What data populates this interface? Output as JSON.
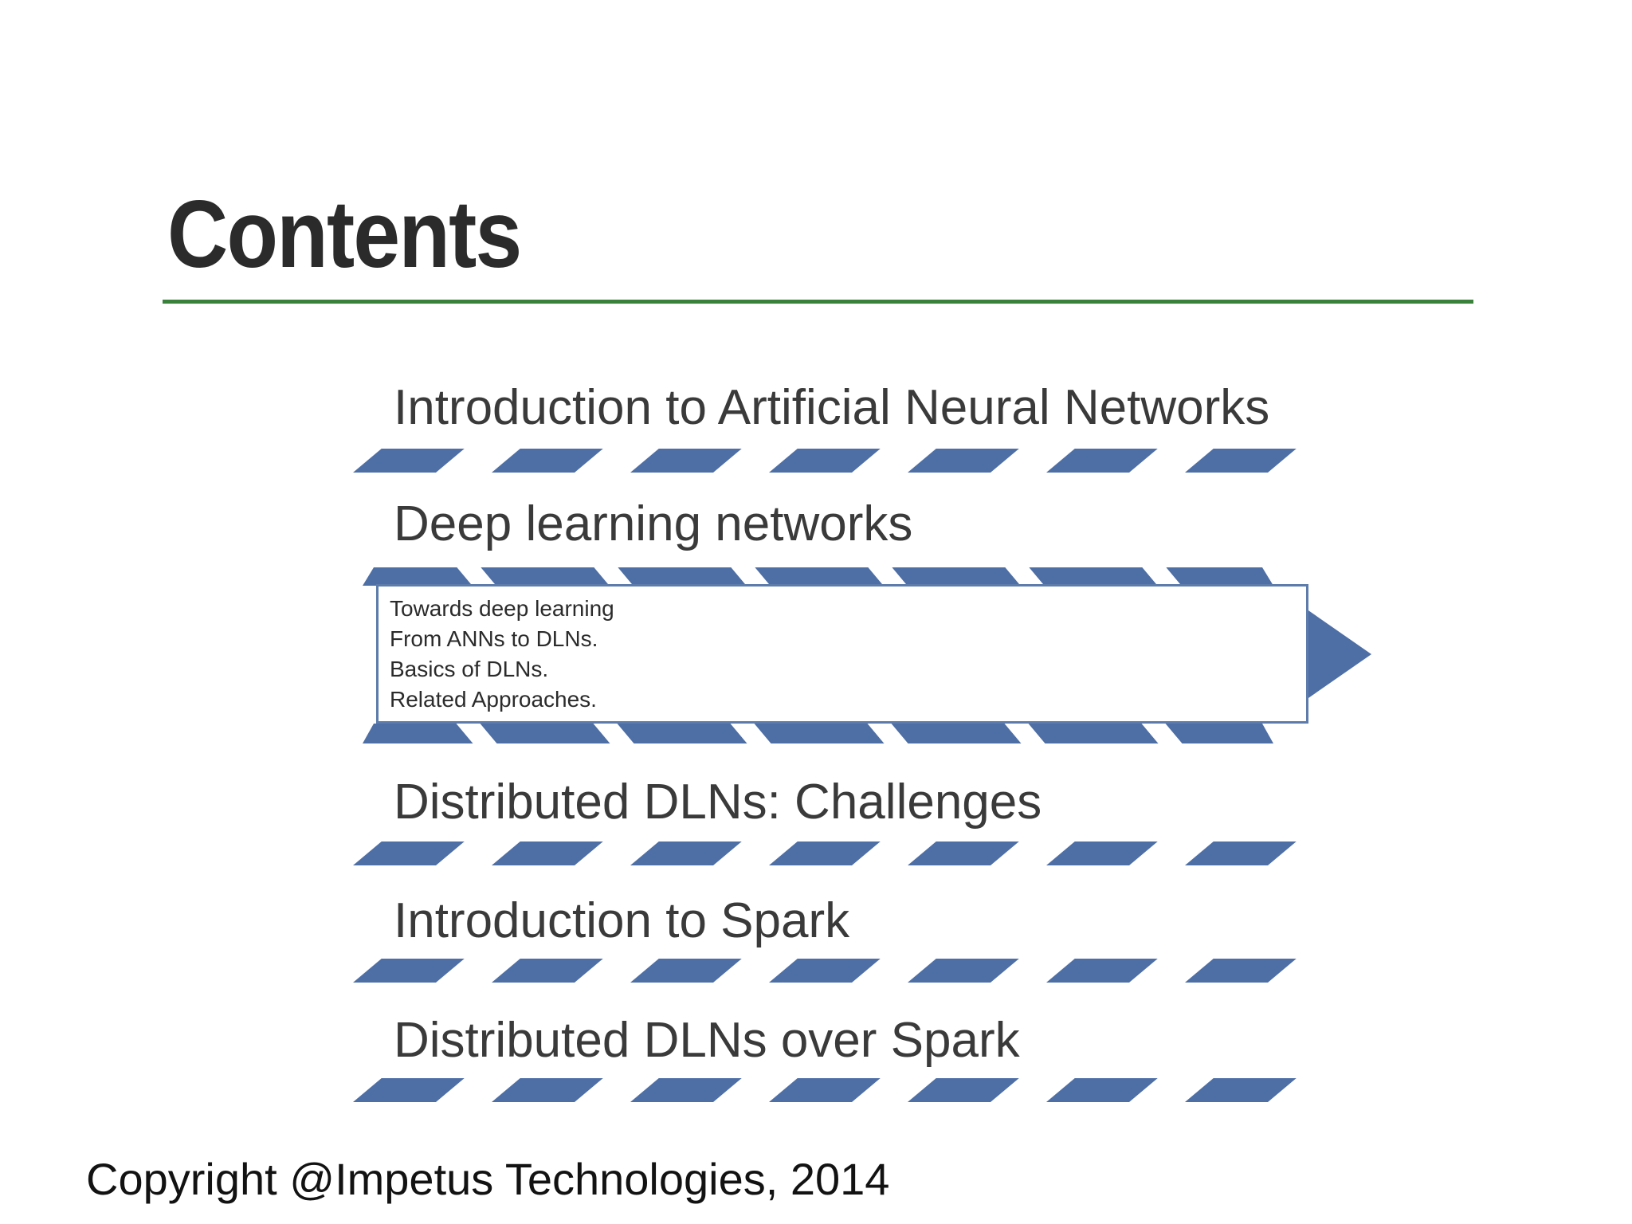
{
  "slide": {
    "title": "Contents",
    "footer": "Copyright @Impetus Technologies, 2014"
  },
  "items": [
    {
      "label": "Introduction to Artificial Neural Networks"
    },
    {
      "label": "Deep learning networks",
      "callout": {
        "lines": [
          "Towards deep learning",
          "From ANNs to DLNs.",
          "Basics of DLNs.",
          "Related Approaches."
        ]
      }
    },
    {
      "label": "Distributed DLNs: Challenges"
    },
    {
      "label": "Introduction to Spark"
    },
    {
      "label": "Distributed DLNs over Spark"
    }
  ],
  "icons": {
    "arrowhead": "right-arrowhead"
  },
  "colors": {
    "accent_blue": "#4e6fa5",
    "rule_green": "#3a813c",
    "callout_border": "#5d7cab",
    "title_text": "#2b2b2b",
    "heading_text": "#3a3a3a",
    "footer_text": "#121212"
  },
  "decor": {
    "dashes_per_bar": 7,
    "gaps_per_band": 6
  }
}
